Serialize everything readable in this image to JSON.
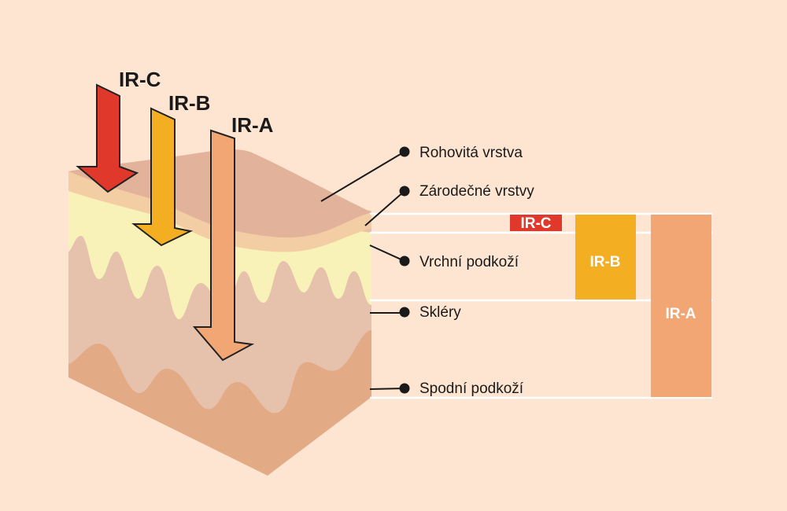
{
  "arrows": [
    {
      "label": "IR-C",
      "color": "#e0392b"
    },
    {
      "label": "IR-B",
      "color": "#f4ae22"
    },
    {
      "label": "IR-A",
      "color": "#f2a673"
    }
  ],
  "layers": [
    {
      "label": "Rohovitá vrstva"
    },
    {
      "label": "Zárodečné vrstvy"
    },
    {
      "label": "Vrchní podkoží"
    },
    {
      "label": "Skléry"
    },
    {
      "label": "Spodní podkoží"
    }
  ],
  "bars": [
    {
      "label": "IR-C",
      "color": "#e0392b"
    },
    {
      "label": "IR-B",
      "color": "#f4ae22"
    },
    {
      "label": "IR-A",
      "color": "#f2a673"
    }
  ],
  "colors": {
    "background": "#fde5d2",
    "skin_top": "#e3b29a",
    "horny_layer": "#f3cda3",
    "germinal_layer": "#f8f2b8",
    "dermis_upper": "#e6c2ad",
    "dermis_lower": "#e2aa85"
  }
}
